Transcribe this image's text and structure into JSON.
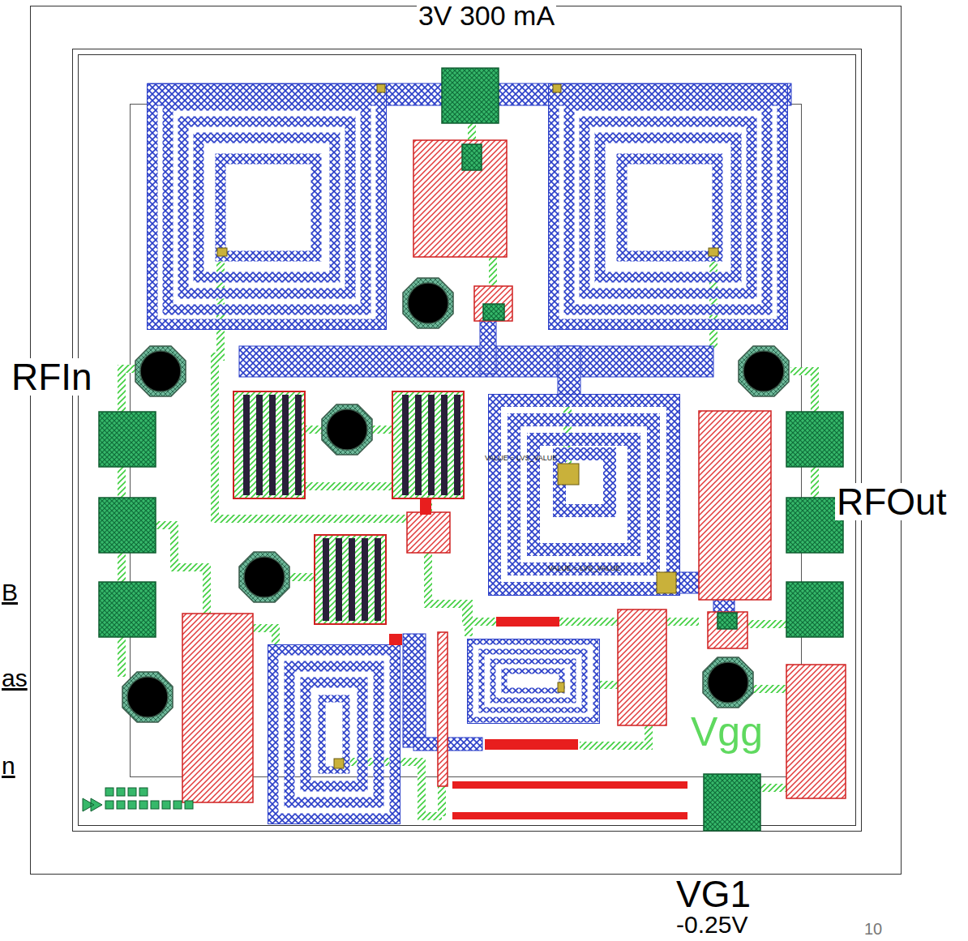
{
  "diagram": {
    "labels": [
      "3V 300 mA",
      "RFIn",
      "VALUE = LVS_VALUE",
      "VALUE = LVS_VALUE",
      "RFOut",
      "B",
      "as",
      "n",
      "Vgg",
      "VG1",
      "-0.25V",
      "10"
    ]
  }
}
